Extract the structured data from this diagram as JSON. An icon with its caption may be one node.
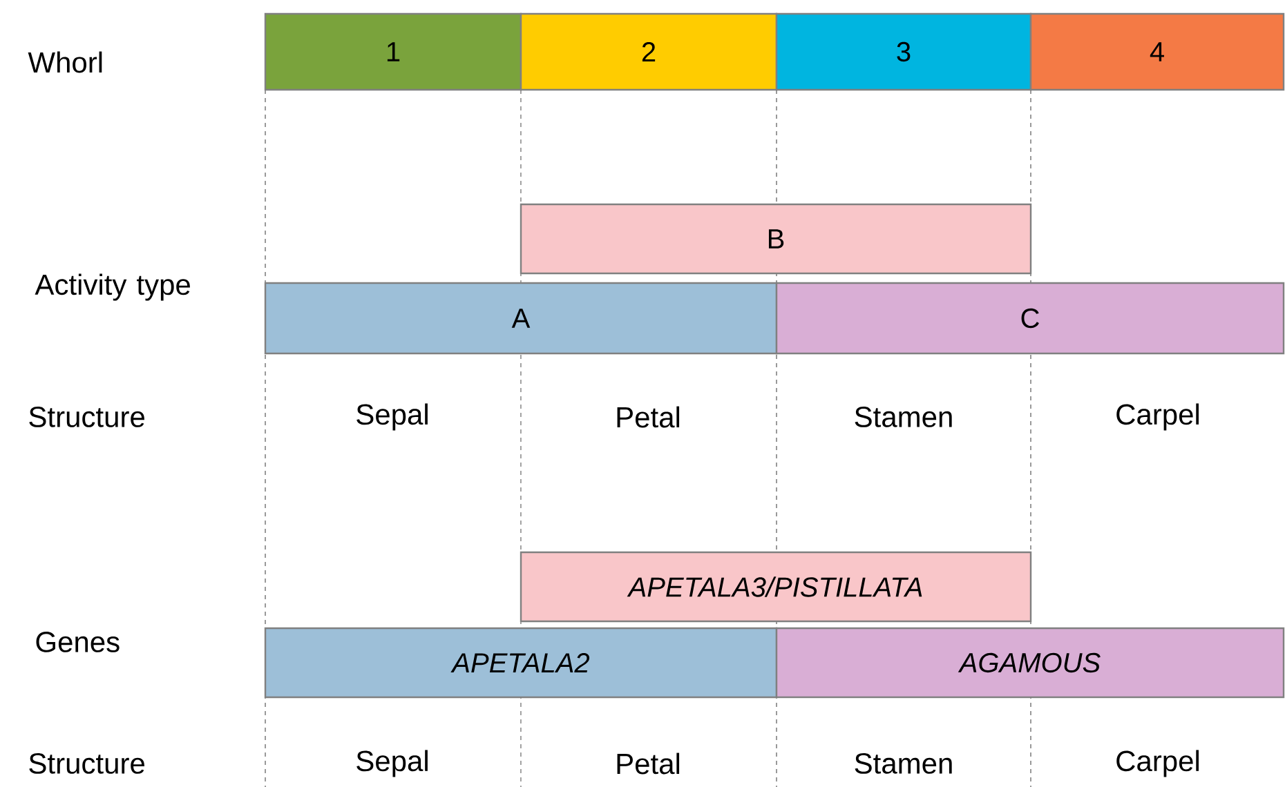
{
  "diagram": {
    "nodes": [
      {
        "text": [
          "1"
        ]
      },
      {
        "text": [
          "2"
        ]
      },
      {
        "text": [
          "3"
        ]
      },
      {
        "text": [
          "4"
        ]
      },
      {
        "text": [
          "B"
        ]
      },
      {
        "text": [
          "A"
        ]
      },
      {
        "text": [
          "C"
        ]
      },
      {
        "text": [
          "*APETALA3/PISTILLATA*"
        ]
      },
      {
        "text": [
          "*APETALA2*"
        ]
      },
      {
        "text": [
          "*AGAMOUS*"
        ]
      }
    ],
    "labels": [
      "Whorl",
      "Activity type",
      "Structure",
      "Sepal",
      "Petal",
      "Stamen",
      "Carpel",
      "Genes",
      "Structure",
      "Sepal",
      "Petal",
      "Stamen",
      "Carpel"
    ]
  }
}
